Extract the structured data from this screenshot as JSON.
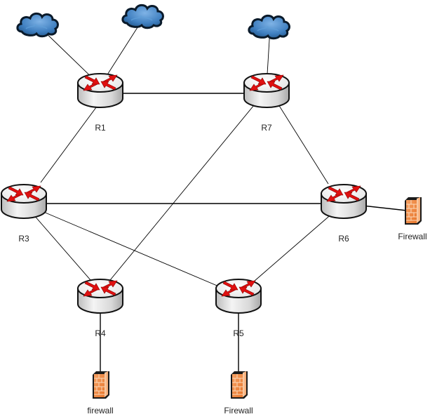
{
  "diagram": {
    "type": "network-topology",
    "colors": {
      "link": "#000000",
      "router_body_top": "#f2f2f2",
      "router_body_side": "#d4d4d4",
      "router_arrow": "#e01010",
      "cloud": "#3f7fc0",
      "cloud_outline": "#0a1a2a",
      "firewall": "#f08a3c",
      "firewall_dark": "#c25a18"
    },
    "routers": [
      {
        "id": "R1",
        "label": "R1"
      },
      {
        "id": "R7",
        "label": "R7"
      },
      {
        "id": "R3",
        "label": "R3"
      },
      {
        "id": "R6",
        "label": "R6"
      },
      {
        "id": "R4",
        "label": "R4"
      },
      {
        "id": "R5",
        "label": "R5"
      }
    ],
    "clouds": [
      {
        "id": "cloud1",
        "label": ""
      },
      {
        "id": "cloud2",
        "label": ""
      },
      {
        "id": "cloud3",
        "label": ""
      }
    ],
    "firewalls": [
      {
        "id": "fw6",
        "label": "Firewall"
      },
      {
        "id": "fw4",
        "label": "firewall"
      },
      {
        "id": "fw5",
        "label": "Firewall"
      }
    ],
    "links": [
      [
        "cloud1",
        "R1"
      ],
      [
        "cloud2",
        "R1"
      ],
      [
        "cloud3",
        "R7"
      ],
      [
        "R1",
        "R7"
      ],
      [
        "R1",
        "R3"
      ],
      [
        "R7",
        "R4"
      ],
      [
        "R7",
        "R6"
      ],
      [
        "R3",
        "R6"
      ],
      [
        "R3",
        "R4"
      ],
      [
        "R3",
        "R5"
      ],
      [
        "R6",
        "R5"
      ],
      [
        "R6",
        "fw6"
      ],
      [
        "R4",
        "fw4"
      ],
      [
        "R5",
        "fw5"
      ]
    ]
  }
}
